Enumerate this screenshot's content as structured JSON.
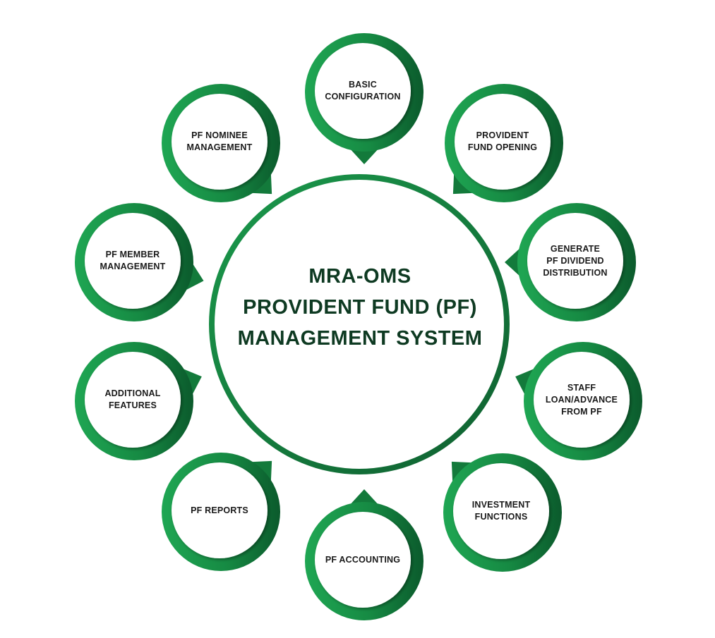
{
  "colors": {
    "ring_light": "#1fa653",
    "ring_dark": "#0b5a2c",
    "center_ring": "#167a3c",
    "title_text": "#0e3a22",
    "node_text": "#1a1a1a"
  },
  "center": {
    "lines": [
      "MRA-OMS",
      "PROVIDENT FUND (PF)",
      "MANAGEMENT SYSTEM"
    ]
  },
  "nodes": [
    {
      "id": "basic-configuration",
      "lines": [
        "BASIC",
        "CONFIGURATION"
      ]
    },
    {
      "id": "provident-fund-opening",
      "lines": [
        "PROVIDENT",
        "FUND OPENING"
      ]
    },
    {
      "id": "generate-pf-dividend-distribution",
      "lines": [
        "GENERATE",
        "PF DIVIDEND",
        "DISTRIBUTION"
      ]
    },
    {
      "id": "staff-loan-advance-from-pf",
      "lines": [
        "STAFF",
        "LOAN/ADVANCE",
        "FROM PF"
      ]
    },
    {
      "id": "investment-functions",
      "lines": [
        "INVESTMENT",
        "FUNCTIONS"
      ]
    },
    {
      "id": "pf-accounting",
      "lines": [
        "PF ACCOUNTING"
      ]
    },
    {
      "id": "pf-reports",
      "lines": [
        "PF REPORTS"
      ]
    },
    {
      "id": "additional-features",
      "lines": [
        "ADDITIONAL",
        "FEATURES"
      ]
    },
    {
      "id": "pf-member-management",
      "lines": [
        "PF MEMBER",
        "MANAGEMENT"
      ]
    },
    {
      "id": "pf-nominee-management",
      "lines": [
        "PF NOMINEE",
        "MANAGEMENT"
      ]
    }
  ]
}
